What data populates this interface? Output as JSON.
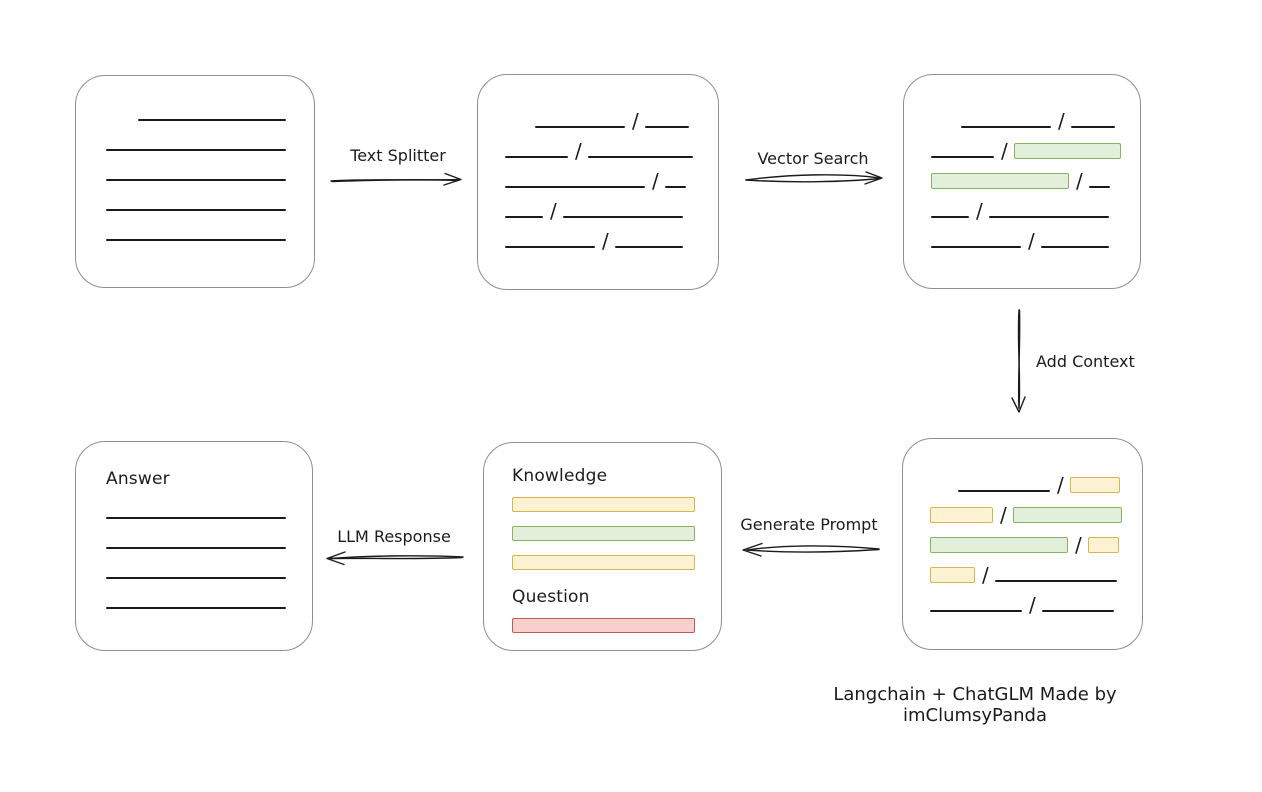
{
  "caption": "Langchain + ChatGLM Made by imClumsyPanda",
  "colors": {
    "ink": "#1b1b1b",
    "box_border": "#8f8f8f",
    "green_fill": "#e2efda",
    "green_border": "#85b263",
    "yellow_fill": "#fdf3d3",
    "yellow_border": "#d8b54e",
    "red_fill": "#f7d0cd",
    "red_border": "#bf5b55"
  },
  "arrows": {
    "text_splitter": {
      "label": "Text Splitter",
      "direction": "right"
    },
    "vector_search": {
      "label": "Vector Search",
      "direction": "right"
    },
    "add_context": {
      "label": "Add Context",
      "direction": "down"
    },
    "generate_prompt": {
      "label": "Generate Prompt",
      "direction": "left"
    },
    "llm_response": {
      "label": "LLM Response",
      "direction": "left"
    }
  },
  "boxes": {
    "document": {
      "rows": [
        [
          {
            "t": "space",
            "w": 32
          },
          {
            "t": "line",
            "w": 148
          }
        ],
        [
          {
            "t": "line",
            "w": 180
          }
        ],
        [
          {
            "t": "line",
            "w": 180
          }
        ],
        [
          {
            "t": "line",
            "w": 180
          }
        ],
        [
          {
            "t": "line",
            "w": 180
          }
        ]
      ]
    },
    "split_chunks": {
      "rows": [
        [
          {
            "t": "space",
            "w": 30
          },
          {
            "t": "line",
            "w": 90
          },
          {
            "t": "slash"
          },
          {
            "t": "line",
            "w": 44
          }
        ],
        [
          {
            "t": "line",
            "w": 63
          },
          {
            "t": "slash"
          },
          {
            "t": "line",
            "w": 105
          }
        ],
        [
          {
            "t": "line",
            "w": 140
          },
          {
            "t": "slash"
          },
          {
            "t": "line",
            "w": 21
          }
        ],
        [
          {
            "t": "line",
            "w": 38
          },
          {
            "t": "slash"
          },
          {
            "t": "line",
            "w": 120
          }
        ],
        [
          {
            "t": "line",
            "w": 90
          },
          {
            "t": "slash"
          },
          {
            "t": "line",
            "w": 68
          }
        ]
      ]
    },
    "matched_chunks": {
      "rows": [
        [
          {
            "t": "space",
            "w": 30
          },
          {
            "t": "line",
            "w": 90
          },
          {
            "t": "slash"
          },
          {
            "t": "line",
            "w": 44
          }
        ],
        [
          {
            "t": "line",
            "w": 63
          },
          {
            "t": "slash"
          },
          {
            "t": "green",
            "w": 107
          }
        ],
        [
          {
            "t": "green",
            "w": 138
          },
          {
            "t": "slash"
          },
          {
            "t": "line",
            "w": 21
          }
        ],
        [
          {
            "t": "line",
            "w": 38
          },
          {
            "t": "slash"
          },
          {
            "t": "line",
            "w": 120
          }
        ],
        [
          {
            "t": "line",
            "w": 90
          },
          {
            "t": "slash"
          },
          {
            "t": "line",
            "w": 68
          }
        ]
      ]
    },
    "context_chunks": {
      "rows": [
        [
          {
            "t": "space",
            "w": 28
          },
          {
            "t": "line",
            "w": 92
          },
          {
            "t": "slash"
          },
          {
            "t": "yellow",
            "w": 50
          }
        ],
        [
          {
            "t": "yellow",
            "w": 63
          },
          {
            "t": "slash"
          },
          {
            "t": "green",
            "w": 109
          }
        ],
        [
          {
            "t": "green",
            "w": 138
          },
          {
            "t": "slash"
          },
          {
            "t": "yellow",
            "w": 31
          }
        ],
        [
          {
            "t": "yellow",
            "w": 45
          },
          {
            "t": "slash"
          },
          {
            "t": "line",
            "w": 122
          }
        ],
        [
          {
            "t": "line",
            "w": 92
          },
          {
            "t": "slash"
          },
          {
            "t": "line",
            "w": 72
          }
        ]
      ]
    },
    "prompt": {
      "knowledge_label": "Knowledge",
      "knowledge_rows": [
        [
          {
            "t": "yellow",
            "w": 183
          }
        ],
        [
          {
            "t": "green",
            "w": 183
          }
        ],
        [
          {
            "t": "yellow",
            "w": 183
          }
        ]
      ],
      "question_label": "Question",
      "question_rows": [
        [
          {
            "t": "red",
            "w": 183
          }
        ]
      ]
    },
    "answer": {
      "label": "Answer",
      "rows": [
        [
          {
            "t": "line",
            "w": 180
          }
        ],
        [
          {
            "t": "line",
            "w": 180
          }
        ],
        [
          {
            "t": "line",
            "w": 180
          }
        ],
        [
          {
            "t": "line",
            "w": 180
          }
        ]
      ]
    }
  }
}
